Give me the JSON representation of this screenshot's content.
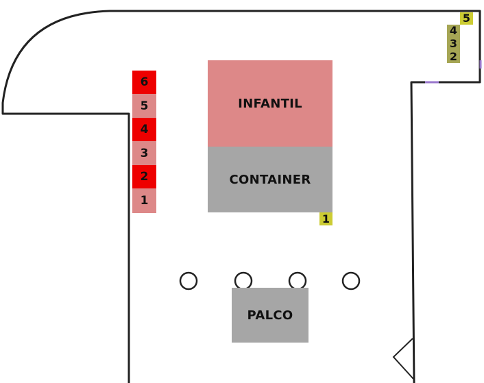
{
  "areas": {
    "infantil": {
      "label": "INFANTIL",
      "color": "#dd8888"
    },
    "container": {
      "label": "CONTAINER",
      "color": "#a6a6a6"
    },
    "palco": {
      "label": "PALCO",
      "color": "#a6a6a6"
    }
  },
  "stalls_left": [
    {
      "label": "6",
      "color": "#ee0000"
    },
    {
      "label": "5",
      "color": "#dd8888"
    },
    {
      "label": "4",
      "color": "#ee0000"
    },
    {
      "label": "3",
      "color": "#dd8888"
    },
    {
      "label": "2",
      "color": "#ee0000"
    },
    {
      "label": "1",
      "color": "#dd8888"
    }
  ],
  "markers_yellow": {
    "color": "#cccc33",
    "olive_color": "#a6a655",
    "near_container": "1",
    "top_right": [
      "5",
      "4",
      "3",
      "2"
    ]
  },
  "outline_color": "#222222"
}
